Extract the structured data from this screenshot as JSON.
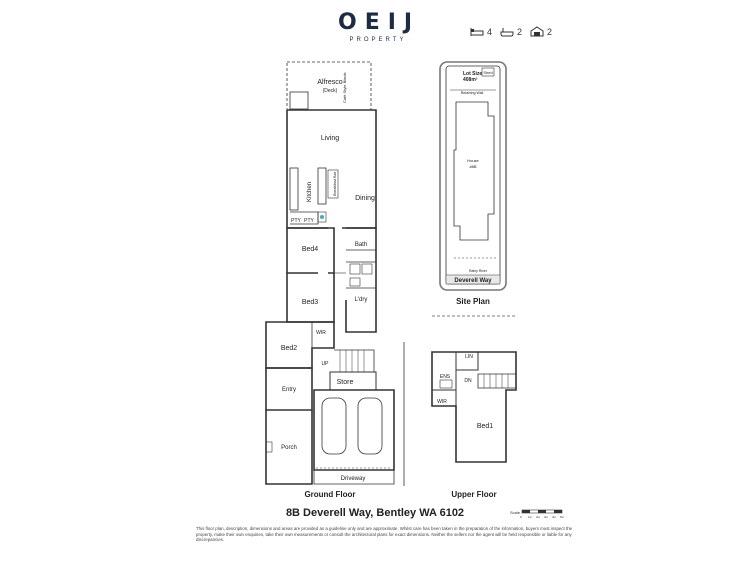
{
  "brand": {
    "name": "OEIJ",
    "sub": "PROPERTY"
  },
  "stats": {
    "beds": "4",
    "baths": "2",
    "garage": "2"
  },
  "rooms": {
    "alfresco": "Alfresco",
    "alfresco_sub": "(Deck)",
    "cafe_blinds": "Café Style Blinds",
    "living": "Living",
    "kitchen": "Kitchen",
    "breakfast_bar": "Breakfast Bar",
    "dining": "Dining",
    "pty1": "PTY",
    "pty2": "PTY",
    "bath": "Bath",
    "bed4": "Bed4",
    "bed3": "Bed3",
    "ldry": "L'dry",
    "wir": "WIR",
    "bed2": "Bed2",
    "up": "UP",
    "store": "Store",
    "entry": "Entry",
    "porch": "Porch",
    "driveway": "Driveway",
    "lin": "LIN",
    "ens": "ENS",
    "dn": "DN",
    "wir_upper": "WIR",
    "bed1": "Bed1"
  },
  "site_plan": {
    "lot_line1": "Lot Size",
    "lot_line2": "408m²",
    "shed": "Shed",
    "retaining_wall": "Retaining Wall",
    "house_line1": "House",
    "house_line2": "#8B",
    "rainwater": "Rainy River",
    "street": "Deverell Way",
    "title": "Site Plan"
  },
  "labels": {
    "ground_floor": "Ground Floor",
    "upper_floor": "Upper Floor",
    "address": "8B Deverell Way, Bentley WA 6102",
    "scale_label": "Scale",
    "scale_ticks": [
      "0",
      "1m",
      "2m",
      "3m",
      "4m",
      "5m"
    ]
  },
  "disclaimer": "This floor plan, description, dimensions and areas are provided as a guideline only and are approximate. Whilst care has been taken in the preparation of the information, buyers must inspect the property, make their own enquiries, take their own measurements or consult the architectural plans for exact dimensions. Neither the sellers nor the agent will be held responsible or liable for any discrepancies."
}
